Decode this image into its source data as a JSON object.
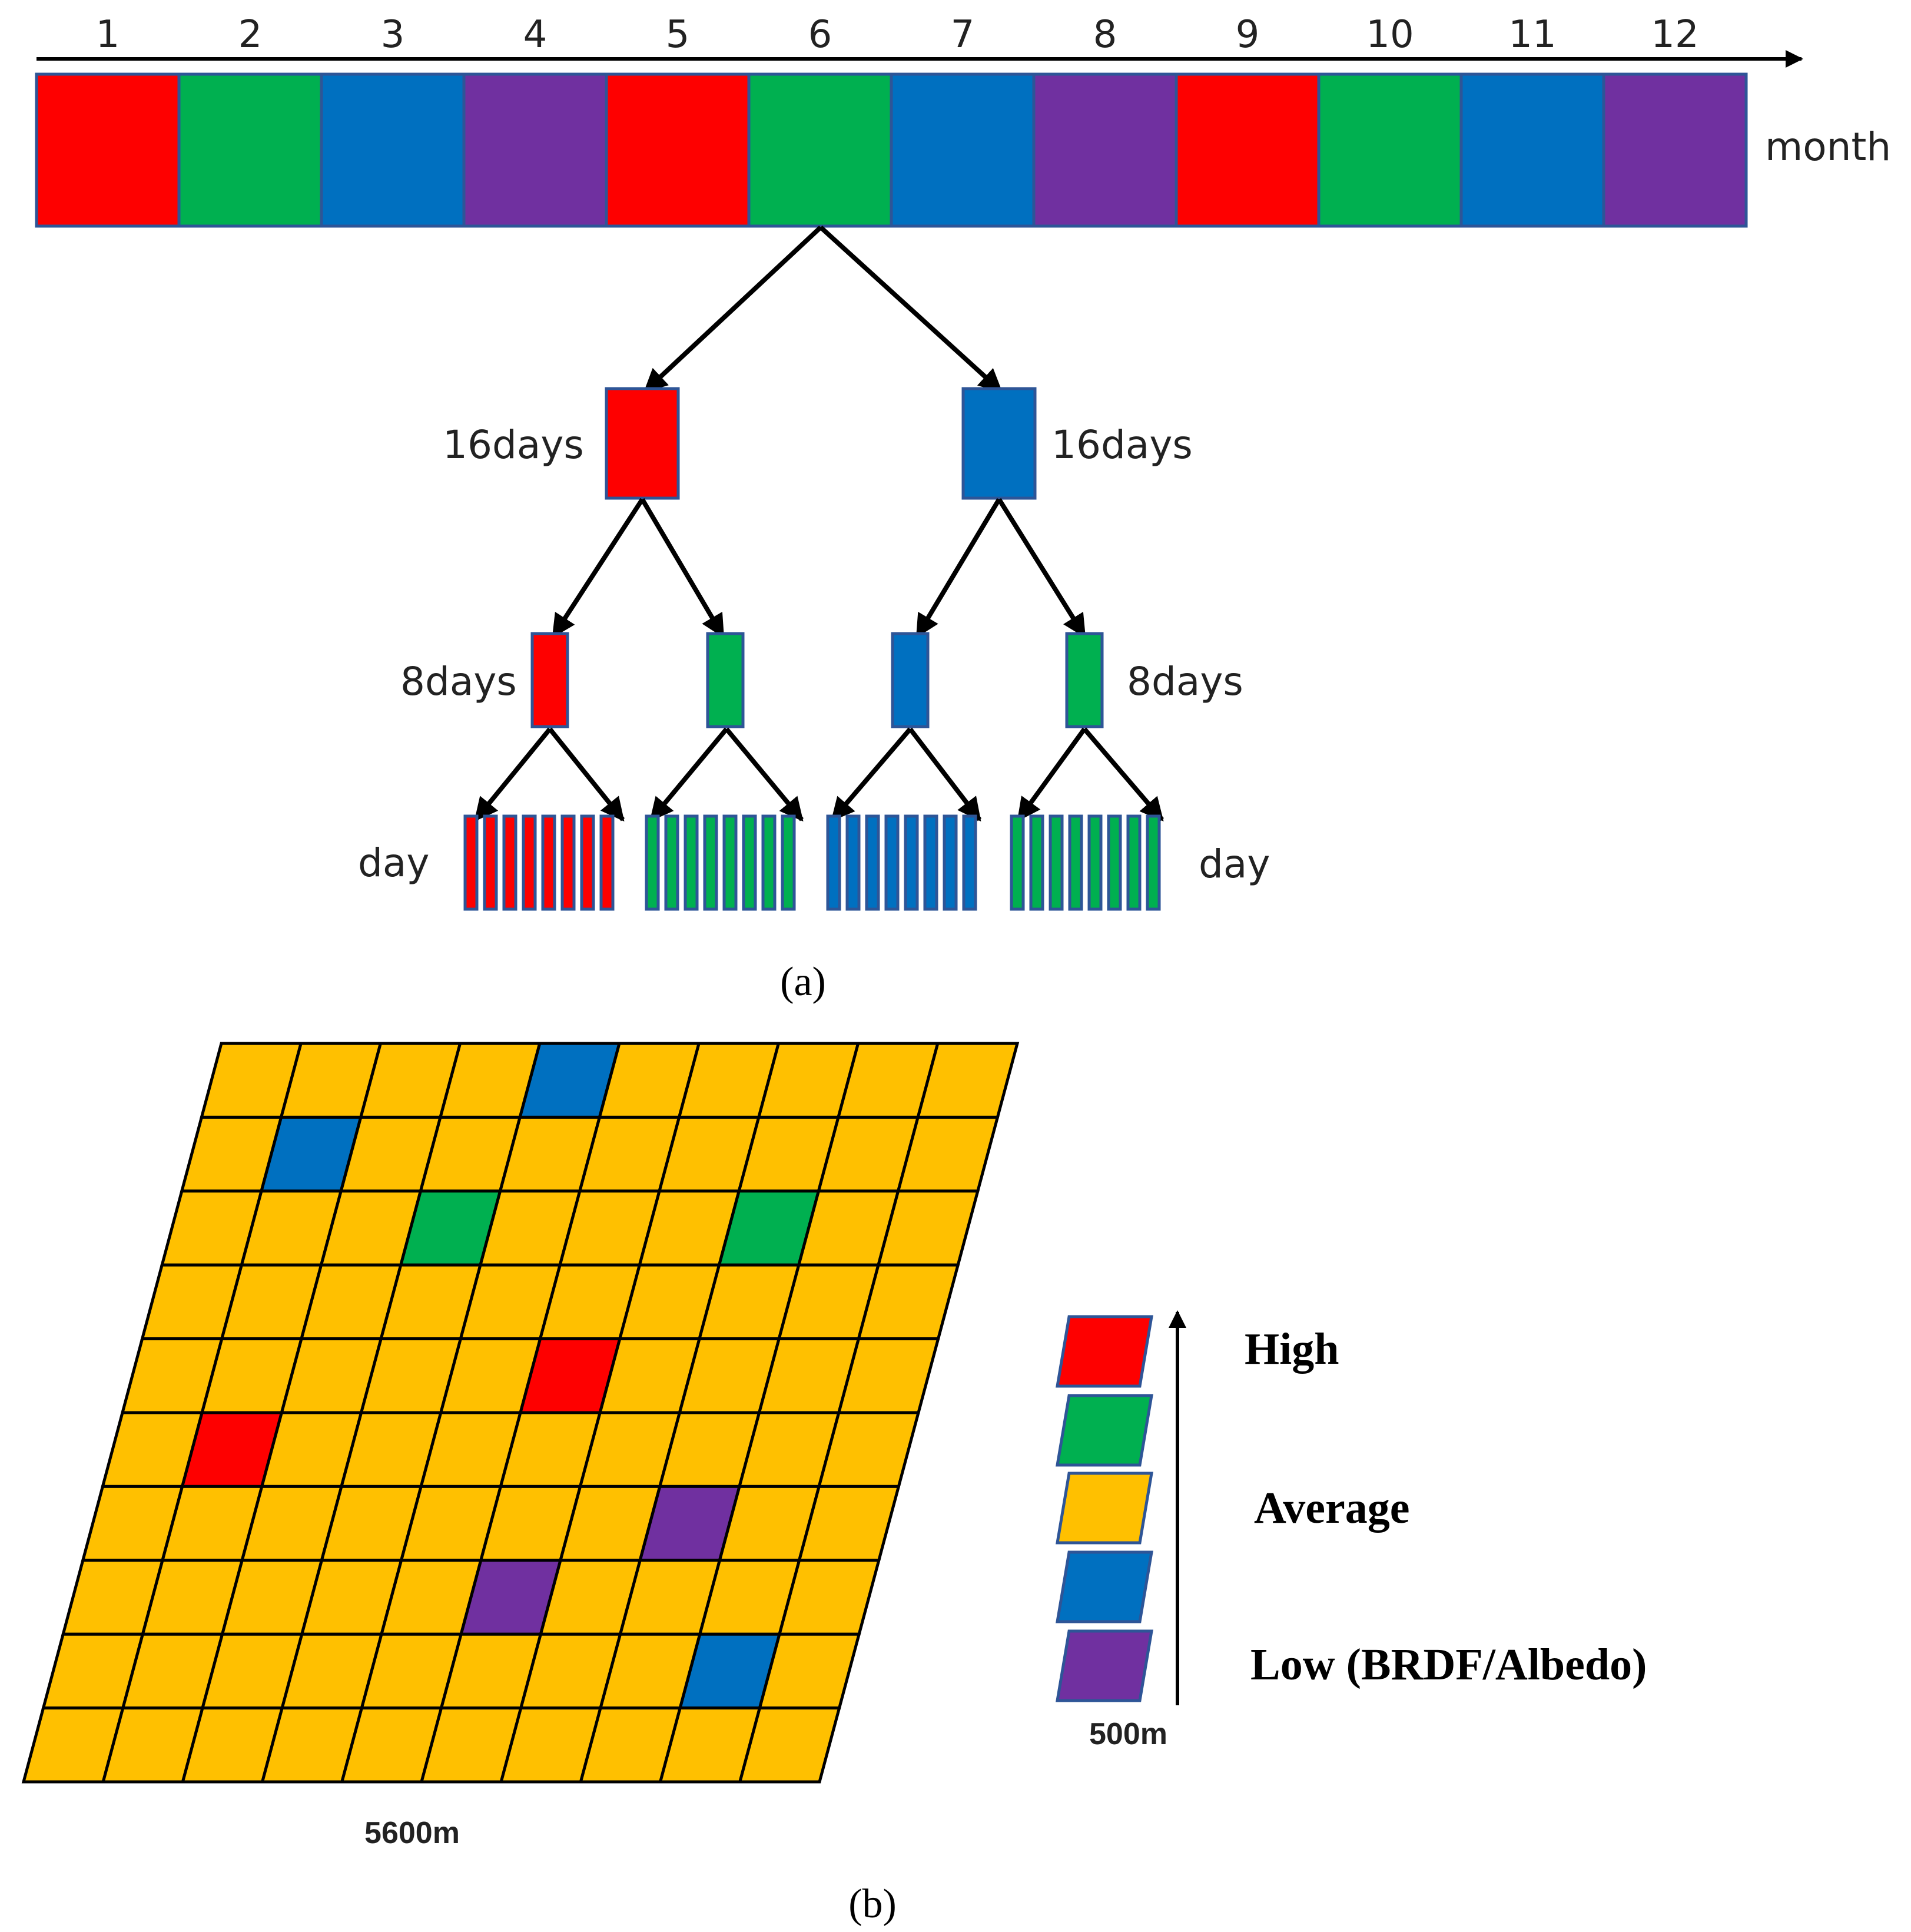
{
  "colors": {
    "red": "#fe0000",
    "green": "#00b050",
    "blue": "#0070c0",
    "purple": "#7030a0",
    "yellow": "#ffc000",
    "outline": "#2e5597",
    "black": "#000000"
  },
  "panel_a": {
    "month_numbers": [
      "1",
      "2",
      "3",
      "4",
      "5",
      "6",
      "7",
      "8",
      "9",
      "10",
      "11",
      "12"
    ],
    "month_colors": [
      "red",
      "green",
      "blue",
      "purple",
      "red",
      "green",
      "blue",
      "purple",
      "red",
      "green",
      "blue",
      "purple"
    ],
    "month_label": "month",
    "label_16_left": "16days",
    "label_16_right": "16days",
    "label_8_left": "8days",
    "label_8_right": "8days",
    "label_day_left": "day",
    "label_day_right": "day",
    "sixteen_day_colors": [
      "red",
      "blue"
    ],
    "eight_day_colors": [
      "red",
      "green",
      "blue",
      "green"
    ],
    "caption": "(a)"
  },
  "panel_b": {
    "rows": 10,
    "cols": 10,
    "highlighted_cells": [
      {
        "row": 0,
        "col": 4,
        "color": "blue"
      },
      {
        "row": 1,
        "col": 1,
        "color": "blue"
      },
      {
        "row": 2,
        "col": 3,
        "color": "green"
      },
      {
        "row": 2,
        "col": 7,
        "color": "green"
      },
      {
        "row": 4,
        "col": 5,
        "color": "red"
      },
      {
        "row": 5,
        "col": 1,
        "color": "red"
      },
      {
        "row": 6,
        "col": 7,
        "color": "purple"
      },
      {
        "row": 7,
        "col": 5,
        "color": "purple"
      },
      {
        "row": 8,
        "col": 8,
        "color": "blue"
      }
    ],
    "grid_width_label": "5600m",
    "cell_size_label": "500m",
    "legend": {
      "colors": [
        "red",
        "green",
        "yellow",
        "blue",
        "purple"
      ],
      "high": "High",
      "average": "Average",
      "low": "Low (BRDF/Albedo)"
    },
    "caption": "(b)"
  }
}
